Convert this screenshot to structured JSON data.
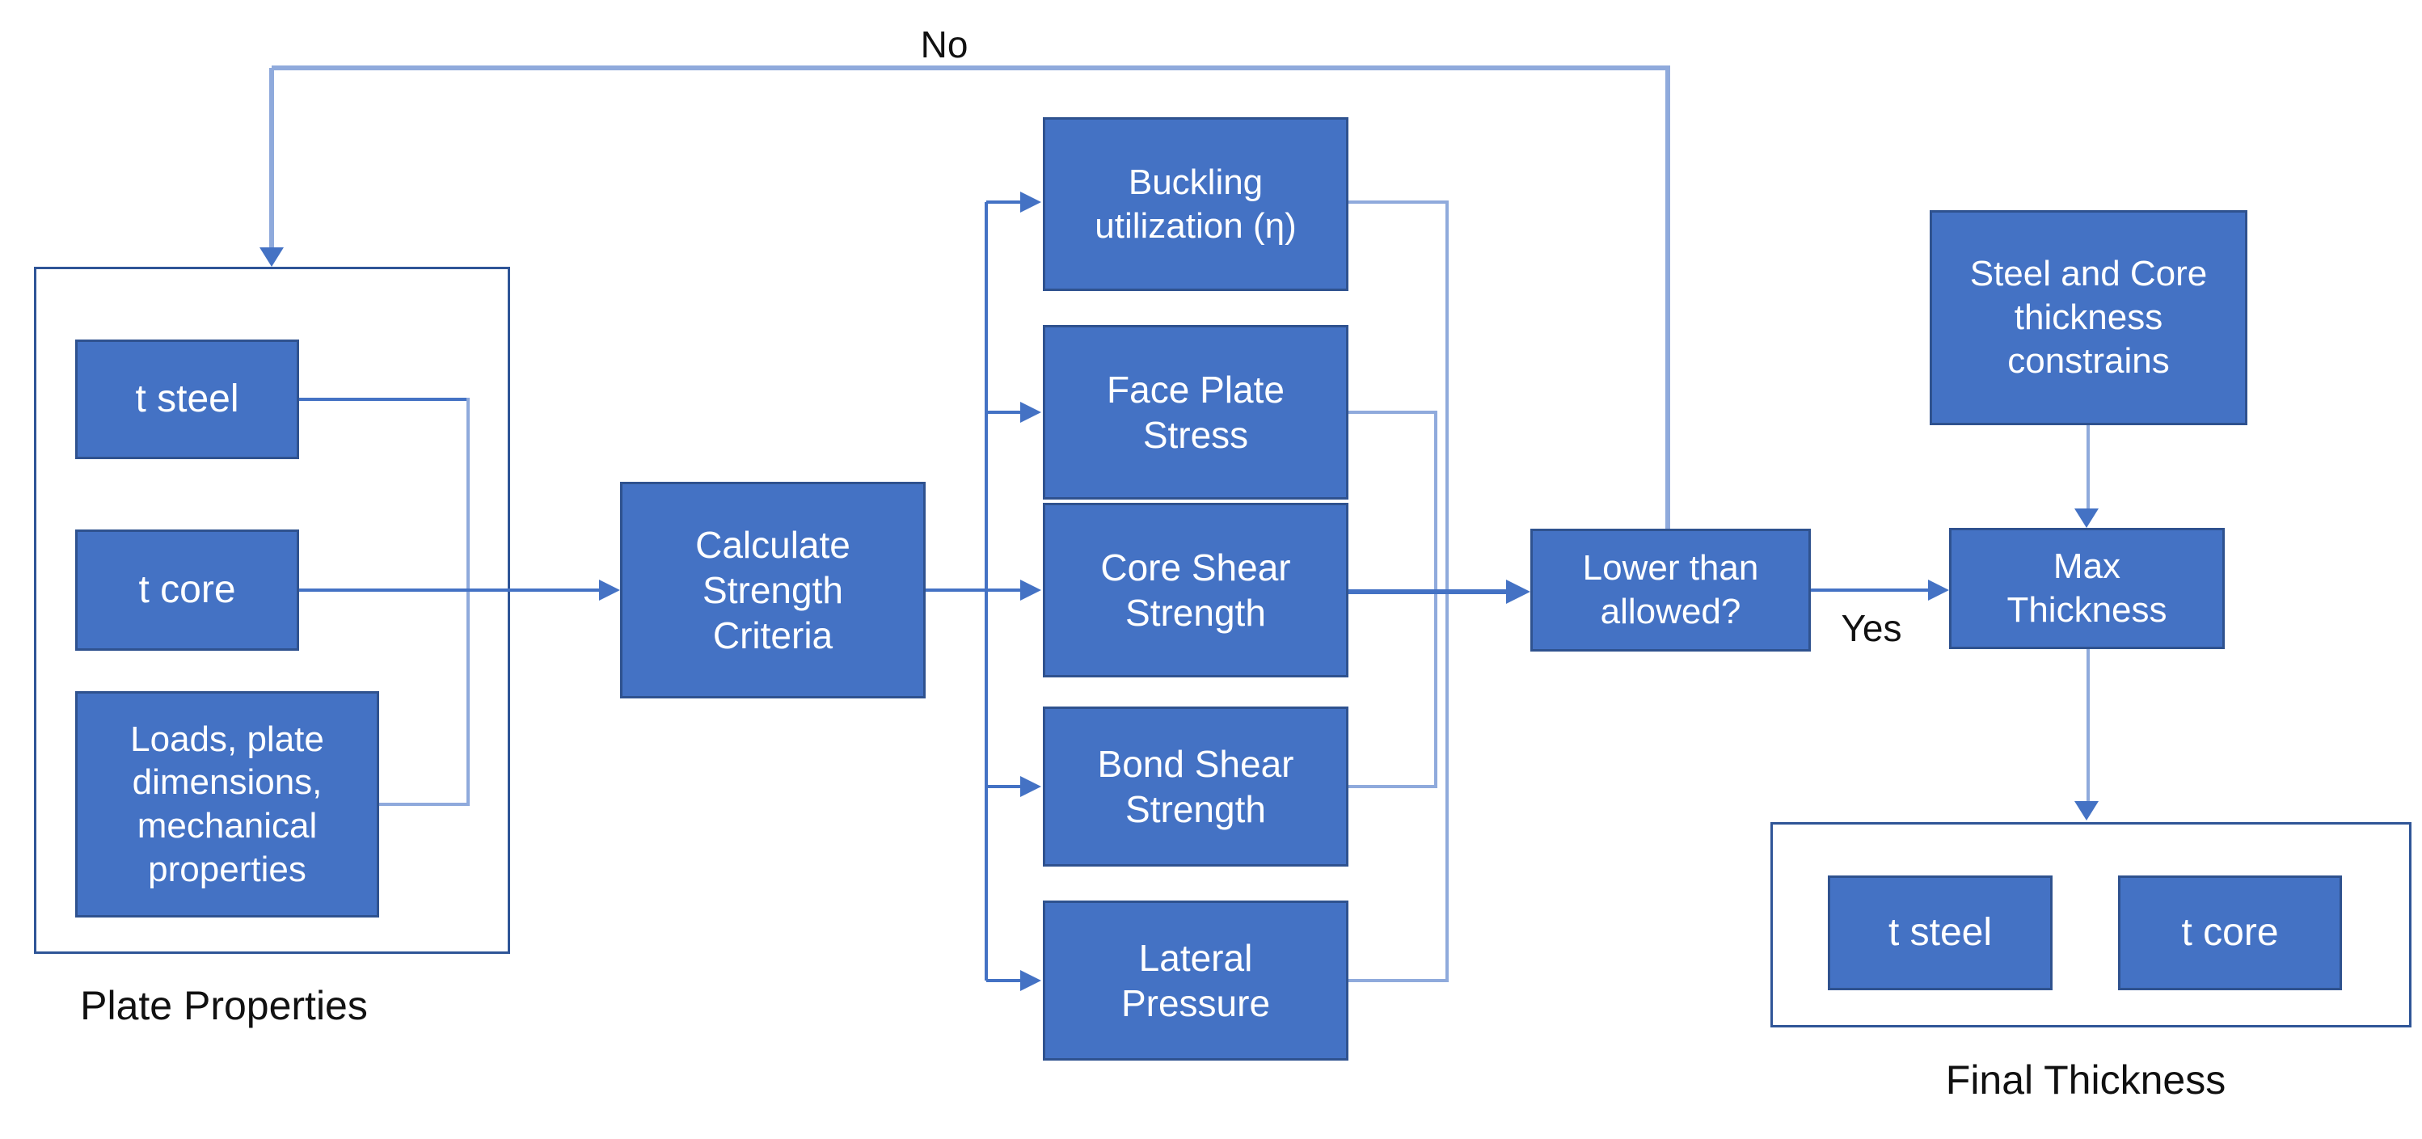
{
  "colors": {
    "box_fill": "#4472C4",
    "box_border": "#2F528F",
    "container_border": "#2F5597",
    "line_light": "#8FAADC",
    "line_med": "#4472C4",
    "text_white": "#FFFFFF",
    "text_black": "#111111",
    "page_bg": "#FFFFFF"
  },
  "labels": {
    "no": "No",
    "yes": "Yes",
    "plate_group": "Plate Properties",
    "final_group": "Final Thickness"
  },
  "plate_group": {
    "t_steel": "t steel",
    "t_core": "t core",
    "loads": "Loads, plate\ndimensions,\nmechanical\nproperties"
  },
  "process": {
    "calculate": "Calculate\nStrength\nCriteria"
  },
  "criteria": [
    {
      "label": "Buckling\nutilization (η)"
    },
    {
      "label": "Face Plate\nStress"
    },
    {
      "label": "Core Shear\nStrength"
    },
    {
      "label": "Bond Shear\nStrength"
    },
    {
      "label": "Lateral\nPressure"
    }
  ],
  "decision": {
    "label": "Lower than\nallowed?"
  },
  "thickness": {
    "constraints": "Steel and Core\nthickness\nconstrains",
    "max": "Max\nThickness",
    "t_steel": "t steel",
    "t_core": "t core"
  }
}
